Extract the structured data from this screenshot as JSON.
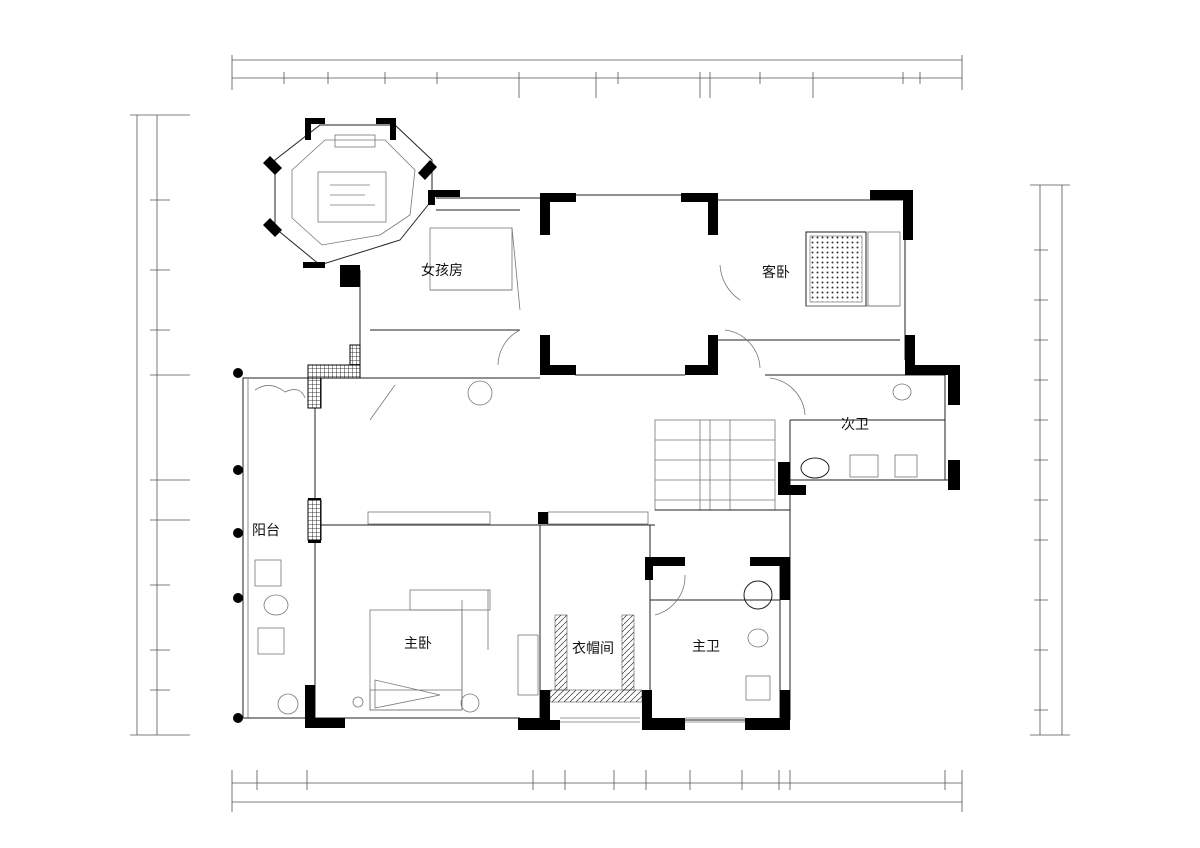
{
  "rooms": {
    "girl_room": "女孩房",
    "guest_bedroom": "客卧",
    "second_bathroom": "次卫",
    "balcony": "阳台",
    "master_bedroom": "主卧",
    "cloakroom": "衣帽间",
    "master_bathroom": "主卫"
  },
  "dimensions": {
    "top_total": "",
    "bottom_total": ""
  }
}
